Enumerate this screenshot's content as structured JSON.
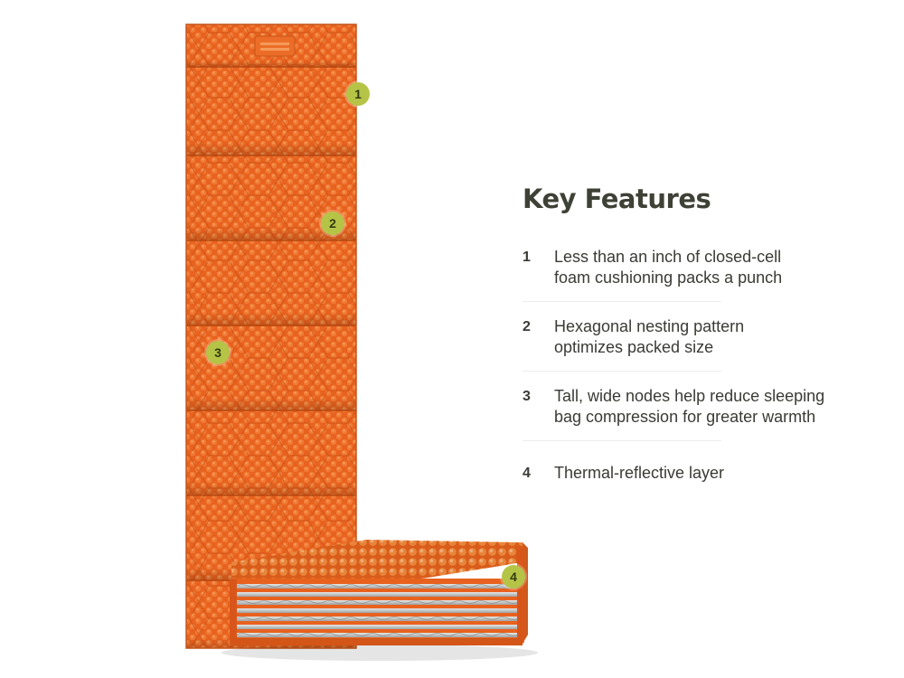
{
  "page_title": "Key Features",
  "features": [
    {
      "number": "1",
      "line1": "Less than an inch of closed-cell",
      "line2": "foam cushioning packs a punch"
    },
    {
      "number": "2",
      "line1": "Hexagonal nesting pattern",
      "line2": "optimizes packed size"
    },
    {
      "number": "3",
      "line1": "Tall, wide nodes help reduce sleeping",
      "line2": "bag compression for greater warmth"
    },
    {
      "number": "4",
      "line1": "Thermal-reflective layer",
      "line2": ""
    }
  ],
  "callouts": [
    "1",
    "2",
    "3",
    "4"
  ],
  "colors": {
    "foam_orange": "#e8621f",
    "reflective_silver": "#c4c5c4",
    "callout_green": "#b5c447",
    "title_text": "#3e4135"
  }
}
